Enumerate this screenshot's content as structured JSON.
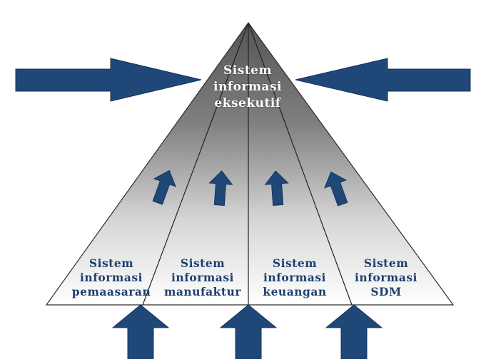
{
  "colors": {
    "arrow": "#1f4778",
    "arrow_dark": "#14335a",
    "apex_gray": "#5a5a5a",
    "base_white": "#ffffff",
    "outline": "#2c2c2c",
    "bottom_text": "#1f3f6e",
    "top_text": "#ffffff"
  },
  "apex": {
    "label_lines": [
      "Sistem",
      "informasi",
      "eksekutif"
    ]
  },
  "sections": [
    {
      "label_lines": [
        "Sistem",
        "informasi",
        "pemaasaran"
      ]
    },
    {
      "label_lines": [
        "Sistem",
        "informasi",
        "manufaktur"
      ]
    },
    {
      "label_lines": [
        "Sistem",
        "informasi",
        "keuangan"
      ]
    },
    {
      "label_lines": [
        "Sistem",
        "informasi",
        "SDM"
      ]
    }
  ],
  "icons": {
    "left_arrow": "arrow-right-icon",
    "right_arrow": "arrow-left-icon",
    "inner_arrows": "arrow-up-icon",
    "bottom_arrows": "arrow-up-icon"
  }
}
